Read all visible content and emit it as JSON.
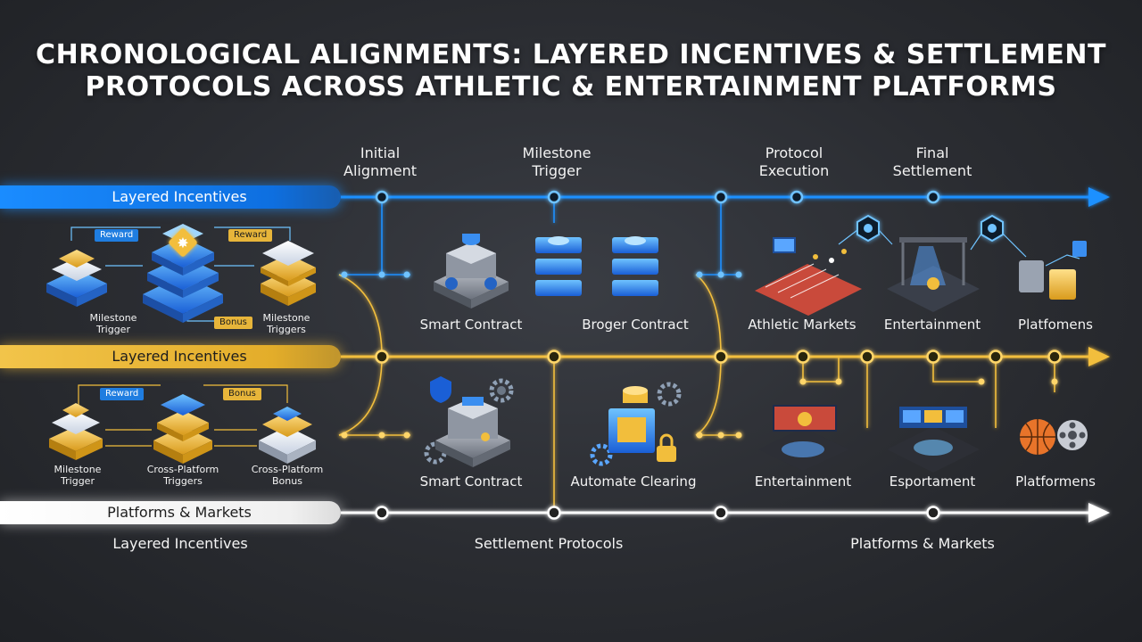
{
  "title": {
    "line1": "CHRONOLOGICAL ALIGNMENTS: LAYERED INCENTIVES & SETTLEMENT",
    "line2": "PROTOCOLS ACROSS ATHLETIC & ENTERTAINMENT PLATFORMS"
  },
  "phases": [
    {
      "line1": "Initial",
      "line2": "Alignment"
    },
    {
      "line1": "Milestone",
      "line2": "Trigger"
    },
    {
      "line1": "Protocol",
      "line2": "Execution"
    },
    {
      "line1": "Final",
      "line2": "Settlement"
    }
  ],
  "bands": {
    "blue": "Layered Incentives",
    "gold": "Layered Incentives",
    "white": "Platforms & Markets"
  },
  "left_top": {
    "tags": [
      "Reward",
      "Reward",
      "Bonus"
    ],
    "labels": [
      {
        "line1": "Milestone",
        "line2": "Trigger"
      },
      {
        "line1": "Milestone",
        "line2": "Triggers"
      }
    ]
  },
  "left_bottom": {
    "tags": [
      "Reward",
      "Bonus"
    ],
    "labels": [
      {
        "line1": "Milestone",
        "line2": "Trigger"
      },
      {
        "line1": "Cross-Platform",
        "line2": "Triggers"
      },
      {
        "line1": "Cross-Platform",
        "line2": "Bonus"
      }
    ]
  },
  "row_top_labels": [
    "Smart Contract",
    "Broger Contract",
    "Athletic Markets",
    "Entertainment",
    "Platfomens"
  ],
  "row_bottom_labels": [
    "Smart Contract",
    "Automate Clearing",
    "Entertainment",
    "Esportament",
    "Platformens"
  ],
  "footer": [
    "Layered Incentives",
    "Settlement Protocols",
    "Platforms & Markets"
  ],
  "colors": {
    "blue": "#1e90ff",
    "gold": "#f2be3c",
    "white": "#ffffff",
    "background": "#2a2c31"
  },
  "icons": [
    "stack-icon",
    "star-icon",
    "server-icon",
    "gear-icon",
    "lock-icon",
    "track-icon",
    "stage-icon",
    "arena-icon",
    "basketball-icon",
    "film-reel-icon",
    "hex-network-icon",
    "shield-icon"
  ]
}
